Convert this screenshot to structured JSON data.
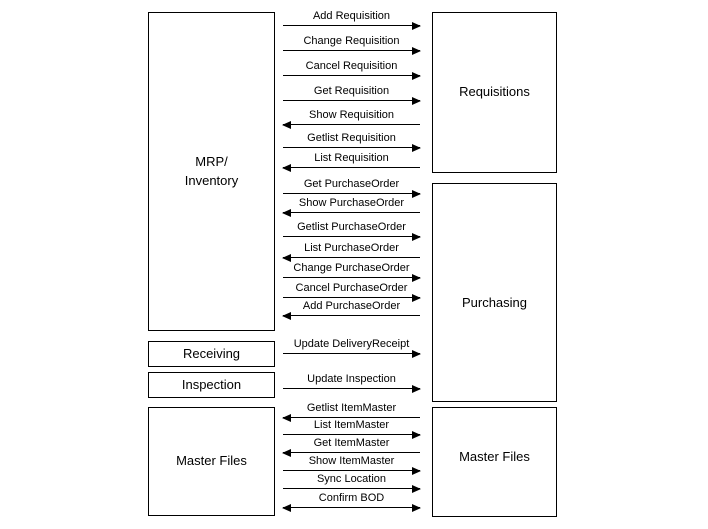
{
  "boxes": {
    "mrp": {
      "label": "MRP/\nInventory"
    },
    "requisitions": {
      "label": "Requisitions"
    },
    "purchasing": {
      "label": "Purchasing"
    },
    "receiving": {
      "label": "Receiving"
    },
    "inspection": {
      "label": "Inspection"
    },
    "master_left": {
      "label": "Master Files"
    },
    "master_right": {
      "label": "Master Files"
    }
  },
  "messages": [
    {
      "label": "Add Requisition",
      "direction": "right"
    },
    {
      "label": "Change Requisition",
      "direction": "right"
    },
    {
      "label": "Cancel Requisition",
      "direction": "right"
    },
    {
      "label": "Get Requisition",
      "direction": "right"
    },
    {
      "label": "Show Requisition",
      "direction": "left"
    },
    {
      "label": "Getlist Requisition",
      "direction": "right"
    },
    {
      "label": "List Requisition",
      "direction": "left"
    },
    {
      "label": "Get PurchaseOrder",
      "direction": "right"
    },
    {
      "label": "Show PurchaseOrder",
      "direction": "left"
    },
    {
      "label": "Getlist PurchaseOrder",
      "direction": "right"
    },
    {
      "label": "List PurchaseOrder",
      "direction": "left"
    },
    {
      "label": "Change PurchaseOrder",
      "direction": "right"
    },
    {
      "label": "Cancel PurchaseOrder",
      "direction": "right"
    },
    {
      "label": "Add PurchaseOrder",
      "direction": "left"
    },
    {
      "label": "Update DeliveryReceipt",
      "direction": "right"
    },
    {
      "label": "Update Inspection",
      "direction": "right"
    },
    {
      "label": "Getlist ItemMaster",
      "direction": "left"
    },
    {
      "label": "List ItemMaster",
      "direction": "right"
    },
    {
      "label": "Get ItemMaster",
      "direction": "left"
    },
    {
      "label": "Show ItemMaster",
      "direction": "right"
    },
    {
      "label": "Sync Location",
      "direction": "right"
    },
    {
      "label": "Confirm BOD",
      "direction": "both"
    }
  ]
}
